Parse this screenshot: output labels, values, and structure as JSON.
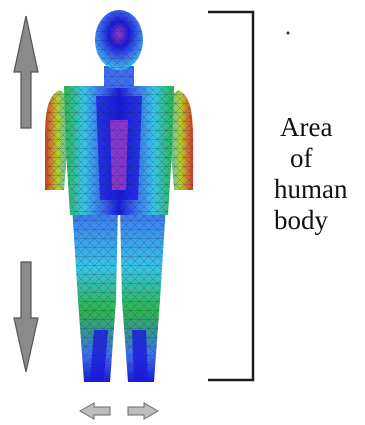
{
  "label": {
    "line1": "Area",
    "line2": "of",
    "line3": "human",
    "line4": "body"
  },
  "colors": {
    "deep_blue": "#1a1ad8",
    "blue": "#3f6ef0",
    "cyan": "#38c4e6",
    "green": "#2fb54a",
    "yellow_green": "#b8cc2a",
    "red": "#d8362a",
    "magenta": "#9a3cc8",
    "arrow_gray": "#8a8a8a",
    "bracket": "#1a1a1a"
  },
  "icons": {
    "up": "arrow-up-icon",
    "down": "arrow-down-icon",
    "left": "arrow-left-icon",
    "right": "arrow-right-icon"
  }
}
